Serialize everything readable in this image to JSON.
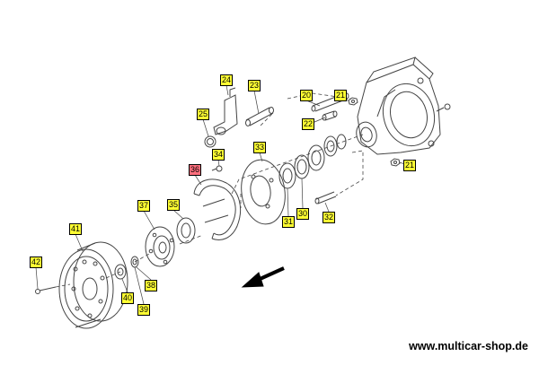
{
  "website": "www.multicar-shop.de",
  "colors": {
    "callout_fill": "#ffff33",
    "callout_highlight_fill": "#ff6f7d",
    "line": "#444444"
  },
  "direction_indicator": "arrow pointing down-left",
  "callouts": [
    {
      "label": "24",
      "highlighted": false
    },
    {
      "label": "23",
      "highlighted": false
    },
    {
      "label": "20",
      "highlighted": false
    },
    {
      "label": "21",
      "highlighted": false
    },
    {
      "label": "25",
      "highlighted": false
    },
    {
      "label": "22",
      "highlighted": false
    },
    {
      "label": "33",
      "highlighted": false
    },
    {
      "label": "34",
      "highlighted": false
    },
    {
      "label": "36",
      "highlighted": true
    },
    {
      "label": "21",
      "highlighted": false
    },
    {
      "label": "37",
      "highlighted": false
    },
    {
      "label": "35",
      "highlighted": false
    },
    {
      "label": "31",
      "highlighted": false
    },
    {
      "label": "30",
      "highlighted": false
    },
    {
      "label": "32",
      "highlighted": false
    },
    {
      "label": "41",
      "highlighted": false
    },
    {
      "label": "42",
      "highlighted": false
    },
    {
      "label": "38",
      "highlighted": false
    },
    {
      "label": "40",
      "highlighted": false
    },
    {
      "label": "39",
      "highlighted": false
    }
  ]
}
